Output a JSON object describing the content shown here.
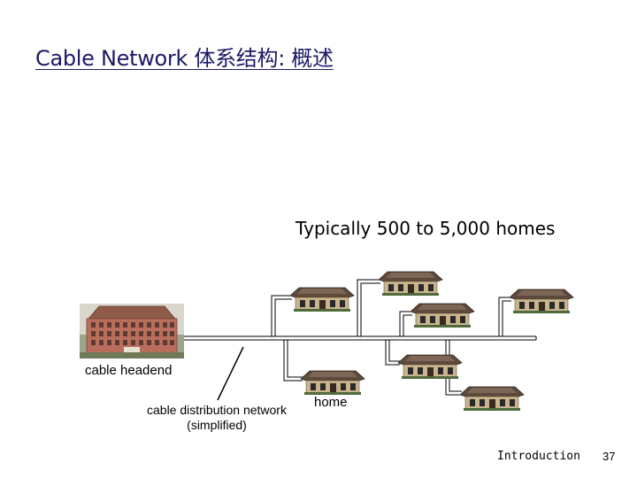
{
  "slide": {
    "title": "Cable Network 体系结构: 概述",
    "caption": "Typically 500 to 5,000 homes",
    "labels": {
      "headend": "cable headend",
      "distribution": "cable distribution network (simplified)",
      "home": "home"
    },
    "footer": {
      "section": "Introduction",
      "page": "37"
    }
  }
}
